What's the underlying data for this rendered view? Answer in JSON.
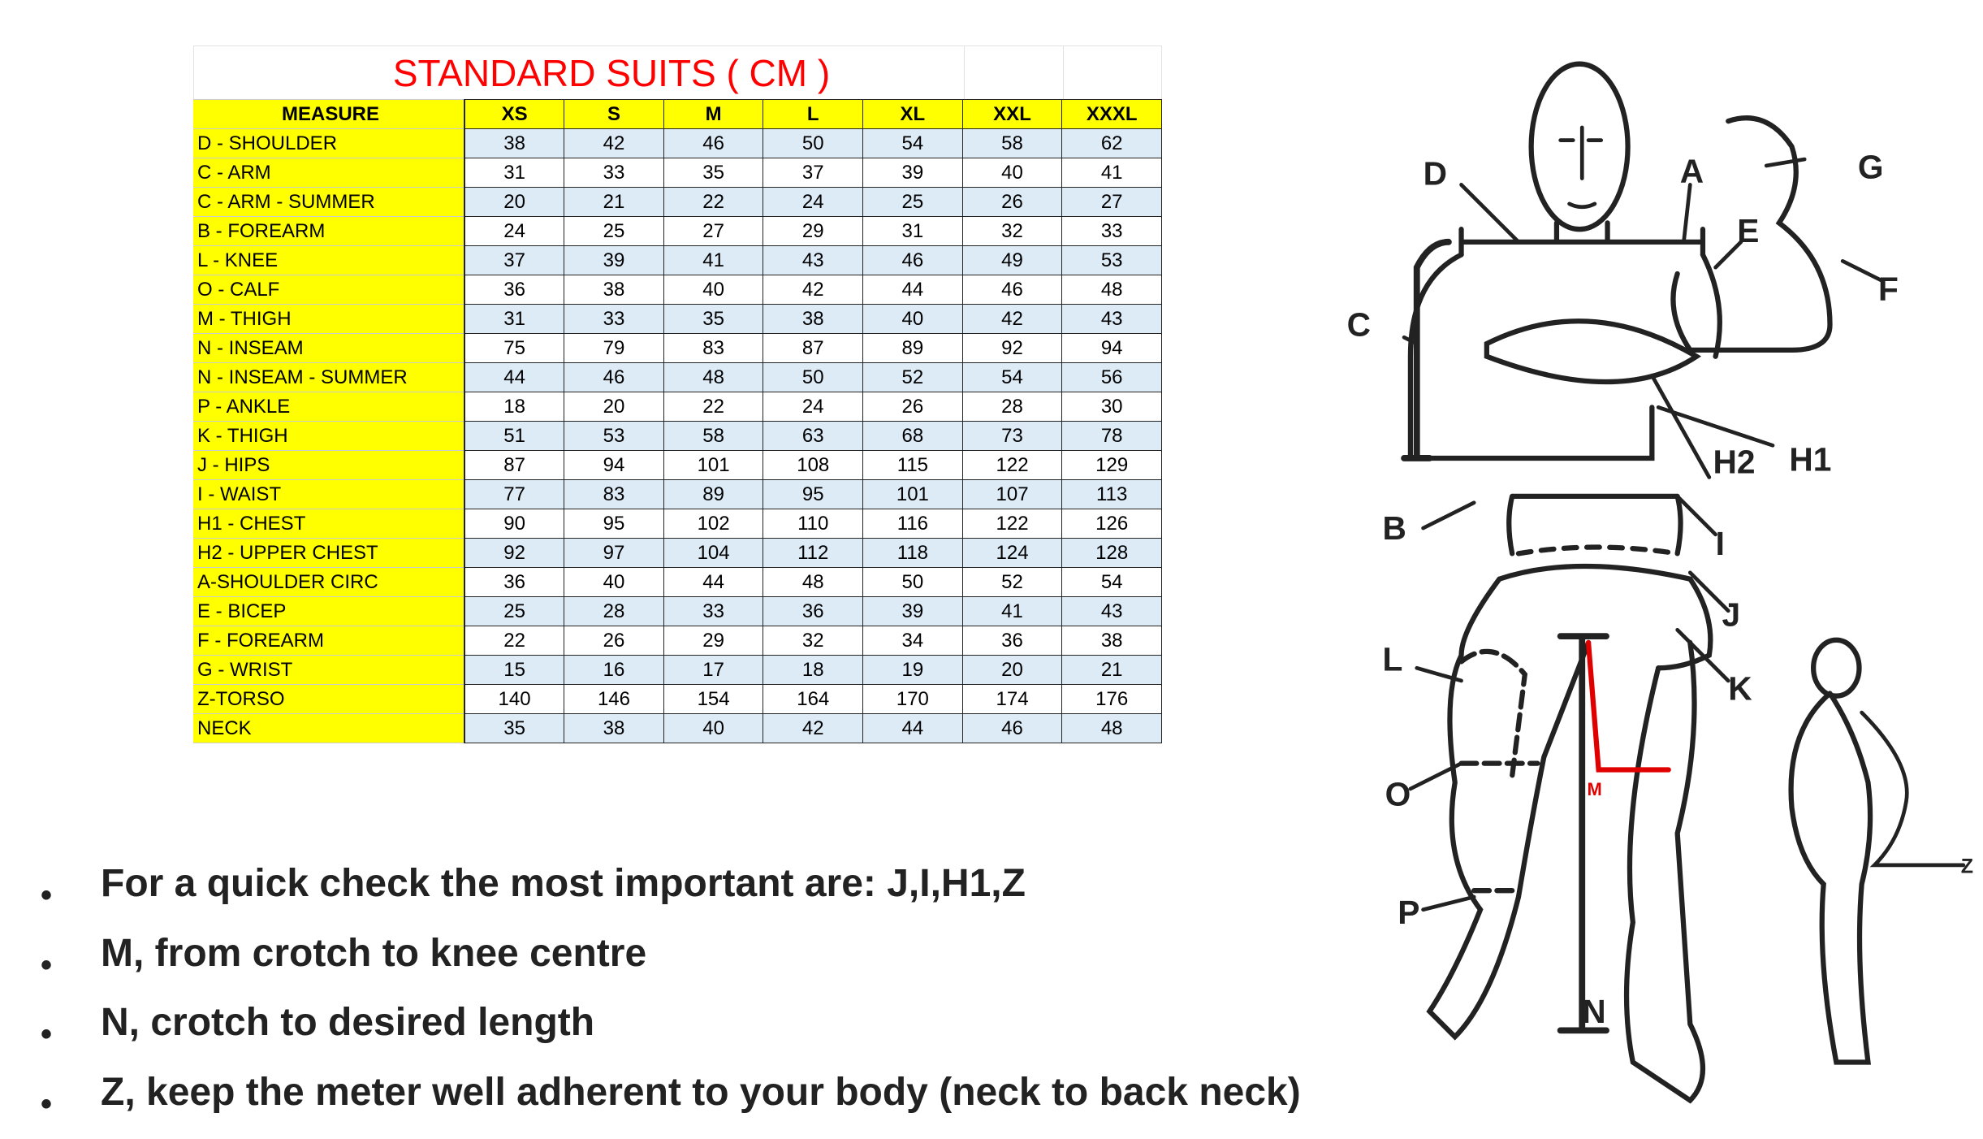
{
  "table": {
    "title": "STANDARD SUITS ( CM )",
    "headers": [
      "MEASURE",
      "XS",
      "S",
      "M",
      "L",
      "XL",
      "XXL",
      "XXXL"
    ],
    "rows": [
      [
        "D - SHOULDER",
        "38",
        "42",
        "46",
        "50",
        "54",
        "58",
        "62"
      ],
      [
        "C - ARM",
        "31",
        "33",
        "35",
        "37",
        "39",
        "40",
        "41"
      ],
      [
        "C - ARM - SUMMER",
        "20",
        "21",
        "22",
        "24",
        "25",
        "26",
        "27"
      ],
      [
        "B - FOREARM",
        "24",
        "25",
        "27",
        "29",
        "31",
        "32",
        "33"
      ],
      [
        "L - KNEE",
        "37",
        "39",
        "41",
        "43",
        "46",
        "49",
        "53"
      ],
      [
        "O - CALF",
        "36",
        "38",
        "40",
        "42",
        "44",
        "46",
        "48"
      ],
      [
        "M - THIGH",
        "31",
        "33",
        "35",
        "38",
        "40",
        "42",
        "43"
      ],
      [
        "N - INSEAM",
        "75",
        "79",
        "83",
        "87",
        "89",
        "92",
        "94"
      ],
      [
        "N - INSEAM -  SUMMER",
        "44",
        "46",
        "48",
        "50",
        "52",
        "54",
        "56"
      ],
      [
        "P - ANKLE",
        "18",
        "20",
        "22",
        "24",
        "26",
        "28",
        "30"
      ],
      [
        "K - THIGH",
        "51",
        "53",
        "58",
        "63",
        "68",
        "73",
        "78"
      ],
      [
        "J - HIPS",
        "87",
        "94",
        "101",
        "108",
        "115",
        "122",
        "129"
      ],
      [
        "I - WAIST",
        "77",
        "83",
        "89",
        "95",
        "101",
        "107",
        "113"
      ],
      [
        "H1 - CHEST",
        "90",
        "95",
        "102",
        "110",
        "116",
        "122",
        "126"
      ],
      [
        "H2 - UPPER CHEST",
        "92",
        "97",
        "104",
        "112",
        "118",
        "124",
        "128"
      ],
      [
        "A-SHOULDER  CIRC",
        "36",
        "40",
        "44",
        "48",
        "50",
        "52",
        "54"
      ],
      [
        "E - BICEP",
        "25",
        "28",
        "33",
        "36",
        "39",
        "41",
        "43"
      ],
      [
        "F - FOREARM",
        "22",
        "26",
        "29",
        "32",
        "34",
        "36",
        "38"
      ],
      [
        "G - WRIST",
        "15",
        "16",
        "17",
        "18",
        "19",
        "20",
        "21"
      ],
      [
        "Z-TORSO",
        "140",
        "146",
        "154",
        "164",
        "170",
        "174",
        "176"
      ],
      [
        "NECK",
        "35",
        "38",
        "40",
        "42",
        "44",
        "46",
        "48"
      ]
    ]
  },
  "notes": [
    "For a quick check the most important are: J,I,H1,Z",
    "M, from crotch to knee centre",
    "N, crotch to desired length",
    "Z, keep the meter well adherent to your body (neck to back neck)"
  ],
  "bullet_symbol": "•",
  "figure_labels": {
    "D": "D",
    "A": "A",
    "G": "G",
    "E": "E",
    "F": "F",
    "C": "C",
    "H2": "H2",
    "H1": "H1",
    "B": "B",
    "I": "I",
    "J": "J",
    "L": "L",
    "K": "K",
    "O": "O",
    "M": "M",
    "P": "P",
    "N": "N",
    "Z": "Z"
  },
  "colors": {
    "header_bg": "#ffff00",
    "stripe": "#ddebf7",
    "title": "#ff0000",
    "m_line": "#e00000"
  }
}
